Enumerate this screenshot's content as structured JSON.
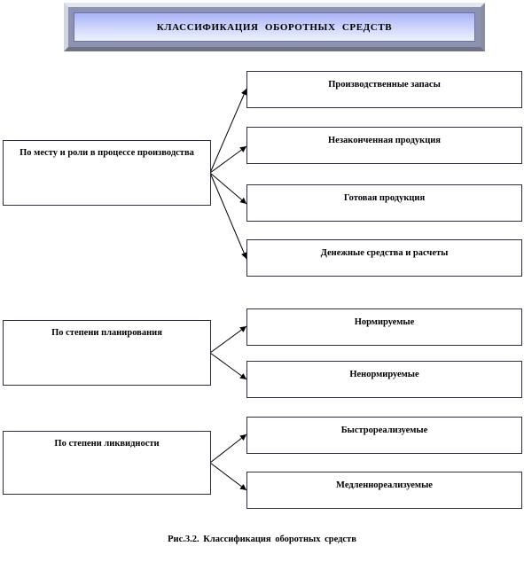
{
  "title": "КЛАССИФИКАЦИЯ  ОБОРОТНЫХ  СРЕДСТВ",
  "groups": [
    {
      "label": "По месту и роли в процессе производства",
      "items": [
        "Производственные запасы",
        "Незаконченная продукция",
        "Готовая продукция",
        "Денежные средства и расчеты"
      ]
    },
    {
      "label": "По степени планирования",
      "items": [
        "Нормируемые",
        "Ненормируемые"
      ]
    },
    {
      "label": "По степени ликвидности",
      "items": [
        "Быстрореализуемые",
        "Медленнореализуемые"
      ]
    }
  ],
  "caption": "Рис.3.2.  Классификация  оборотных  средств",
  "colors": {
    "title_gradient_top": "#aab4f7",
    "title_gradient_bottom": "#f0f2ff",
    "box_border": "#2b2f44"
  }
}
